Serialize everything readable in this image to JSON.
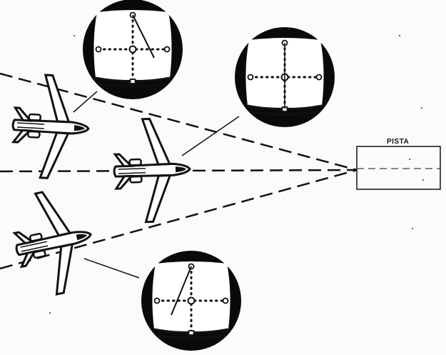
{
  "runway": {
    "label": "PISTA"
  },
  "colors": {
    "ink": "#111111",
    "paper": "#fbfbf9",
    "instrument_face": "#ffffff",
    "instrument_bezel": "#0a0a0a"
  },
  "instruments": [
    {
      "id": "upper-left",
      "needle": "right-of-course",
      "depicts": "plane-left-of-centerline"
    },
    {
      "id": "upper-right",
      "needle": "centered",
      "depicts": "plane-on-centerline"
    },
    {
      "id": "lower",
      "needle": "left-of-course",
      "depicts": "plane-right-of-centerline"
    }
  ],
  "airplanes": [
    {
      "id": "left-of-course",
      "icon": "airplane-icon"
    },
    {
      "id": "on-course",
      "icon": "airplane-icon"
    },
    {
      "id": "right-of-course",
      "icon": "airplane-icon"
    }
  ]
}
